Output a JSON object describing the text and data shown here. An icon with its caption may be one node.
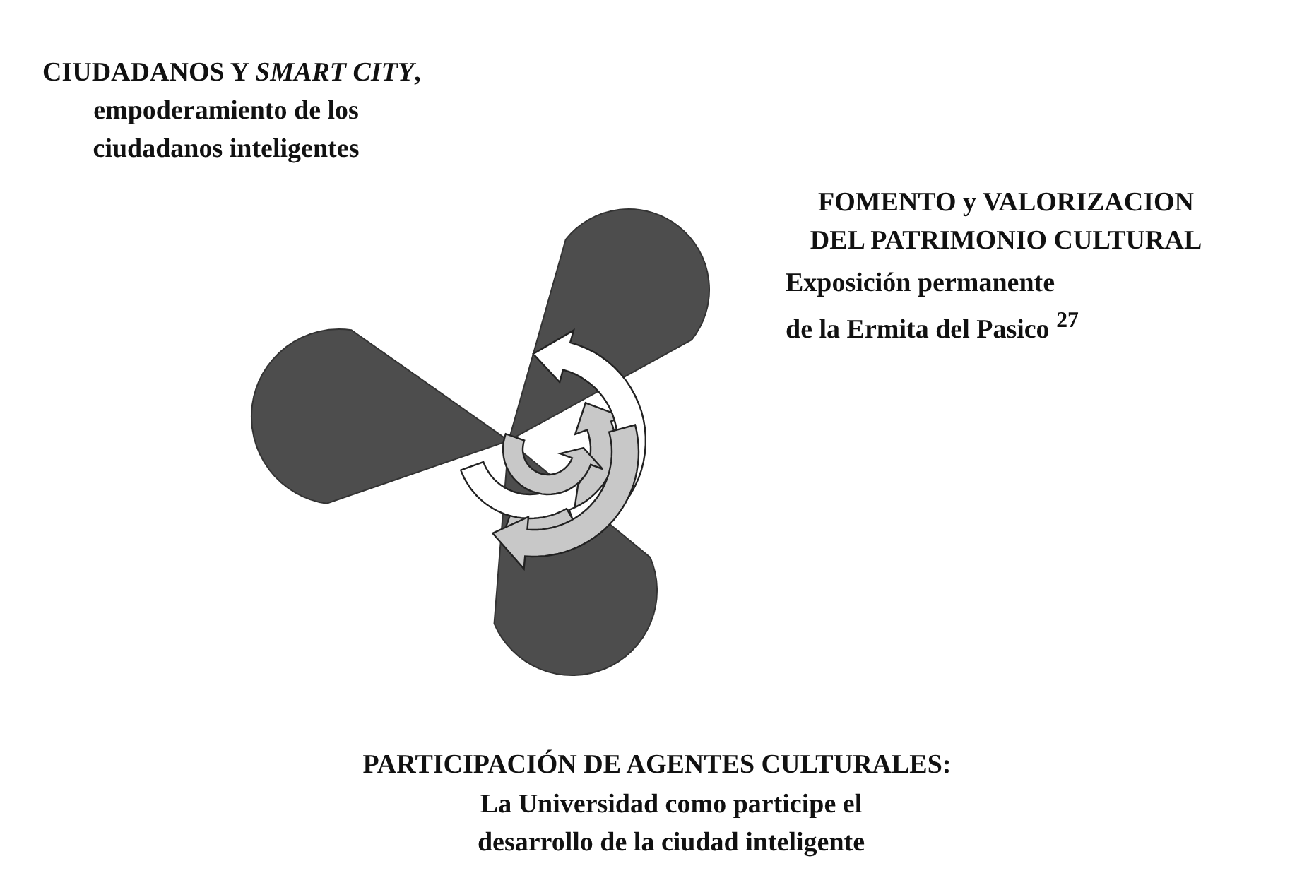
{
  "diagram": {
    "labels": [
      "CIUDADANOS Y *SMART CITY*,",
      "empoderamiento de los ciudadanos inteligentes",
      "FOMENTO y VALORIZACION DEL PATRIMONIO CULTURAL",
      "Exposición permanente de la Ermita del Pasico $^{27}$",
      "PARTICIPACIÓN DE AGENTES CULTURALES:",
      "La Universidad como participe el desarrollo de la ciudad inteligente"
    ]
  }
}
